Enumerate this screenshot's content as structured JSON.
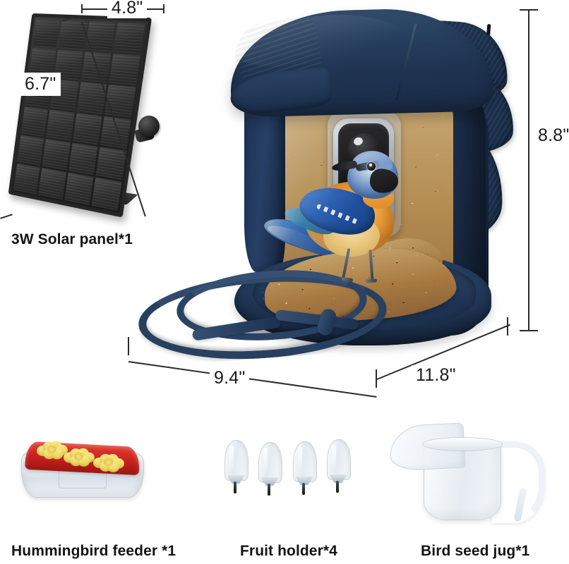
{
  "product": {
    "type": "smart-bird-feeder-camera",
    "body_color": "#1e3350",
    "accent_color": "#c21f1a"
  },
  "dimensions": {
    "solar_width": "4.8\"",
    "solar_height": "6.7\"",
    "feeder_height": "8.8\"",
    "feeder_width": "9.4\"",
    "feeder_depth": "11.8\""
  },
  "parts": [
    {
      "id": "solar",
      "label": "3W Solar panel*1"
    },
    {
      "id": "hummingbird",
      "label": "Hummingbird feeder *1"
    },
    {
      "id": "fruit",
      "label": "Fruit holder*4"
    },
    {
      "id": "jug",
      "label": "Bird seed jug*1"
    }
  ],
  "icons": {
    "camera_lens": "camera-lens-icon",
    "status_led": "status-led-icon",
    "antenna": "antenna-icon"
  }
}
